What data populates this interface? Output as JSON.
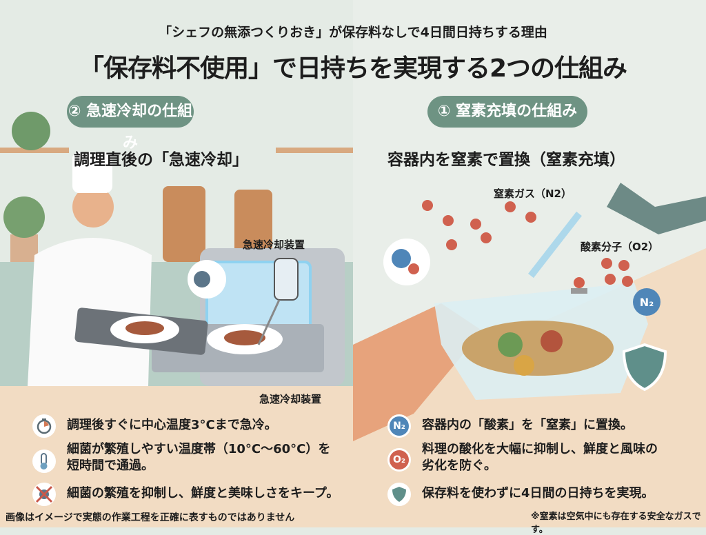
{
  "header": {
    "subtitle": "「シェフの無添つくりおき」が保存料なしで4日間日持ちする理由",
    "title": "「保存料不使用」で日持ちを実現する2つの仕組み"
  },
  "left": {
    "pill": "② 急速冷却の仕組み",
    "heading": "調理直後の「急速冷却」",
    "label_top": "急速冷却装置",
    "label_bottom": "急速冷却装置",
    "bullets": [
      {
        "icon": "stopwatch-icon",
        "text": "調理後すぐに中心温度3°Cまで急冷。"
      },
      {
        "icon": "thermometer-icon",
        "text": "細菌が繁殖しやすい温度帯（10°C〜60°C）を",
        "text2": "短時間で通過。"
      },
      {
        "icon": "no-bacteria-icon",
        "text": "細菌の繁殖を抑制し、鮮度と美味しさをキープ。"
      }
    ],
    "footnote": "画像はイメージで実態の作業工程を正確に表すものではありません"
  },
  "right": {
    "pill": "① 窒素充填の仕組み",
    "heading": "容器内を窒素で置換（窒素充填）",
    "label_n2": "窒素ガス（N2）",
    "label_o2": "酸素分子（O2）",
    "bullets": [
      {
        "icon": "n2-icon",
        "badge": "N₂",
        "text": "容器内の「酸素」を「窒素」に置換。"
      },
      {
        "icon": "o2-icon",
        "badge": "O₂",
        "text": "料理の酸化を大幅に抑制し、鮮度と風味の",
        "text2": "劣化を防ぐ。"
      },
      {
        "icon": "shield-icon",
        "text": "保存料を使わずに4日間の日持ちを実現。"
      }
    ],
    "footnote": "※窒素は空気中にも存在する安全なガスです。"
  },
  "colors": {
    "pill": "#6e9383",
    "bg_top": "#e4ebe5",
    "bg_bottom": "#f2dcc3",
    "n2": "#4f86b8",
    "o2": "#d0614f",
    "shield": "#5f8f8a"
  }
}
